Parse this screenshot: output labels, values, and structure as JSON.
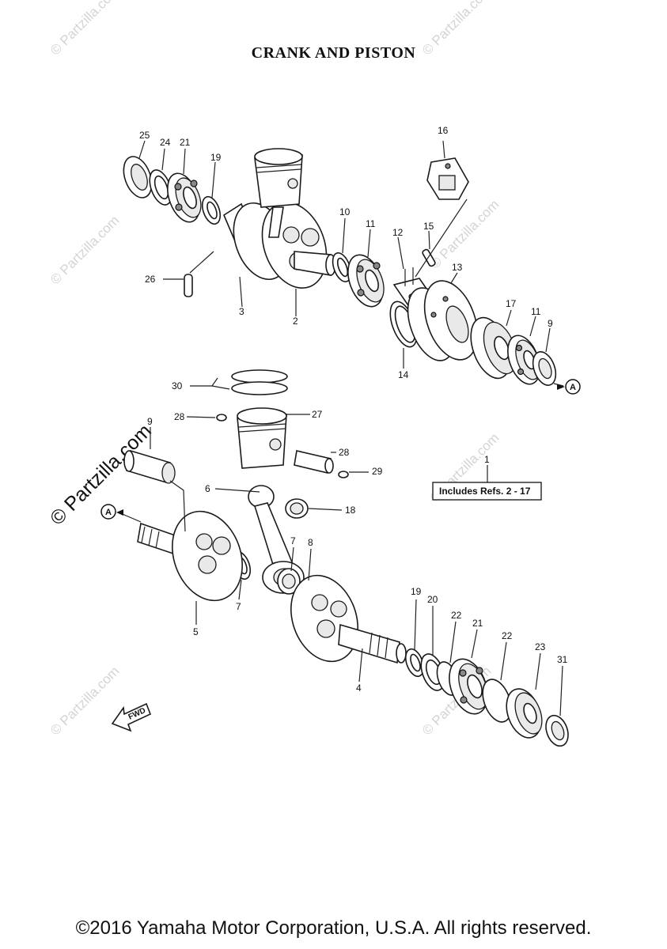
{
  "title": "CRANK AND PISTON",
  "footer": "©2016 Yamaha Motor Corporation, U.S.A. All rights reserved.",
  "watermark": "© Partzilla.com",
  "include_box": "Includes Refs.   2 - 17",
  "marker_a": "A",
  "fwd_label": "FWD",
  "callouts": {
    "c25": "25",
    "c24": "24",
    "c21a": "21",
    "c19a": "19",
    "c16": "16",
    "c10": "10",
    "c11a": "11",
    "c12": "12",
    "c15": "15",
    "c13": "13",
    "c26": "26",
    "c3": "3",
    "c2": "2",
    "c14": "14",
    "c17": "17",
    "c11b": "11",
    "c9": "9",
    "c30": "30",
    "c28a": "28",
    "c27": "27",
    "c19b": "9",
    "c28b": "28",
    "c29": "29",
    "c1": "1",
    "c6": "6",
    "c18": "18",
    "c7a": "7",
    "c8": "8",
    "c7b": "7",
    "c5": "5",
    "c19c": "19",
    "c20": "20",
    "c22a": "22",
    "c21b": "21",
    "c22b": "22",
    "c23": "23",
    "c31": "31",
    "c4": "4"
  }
}
